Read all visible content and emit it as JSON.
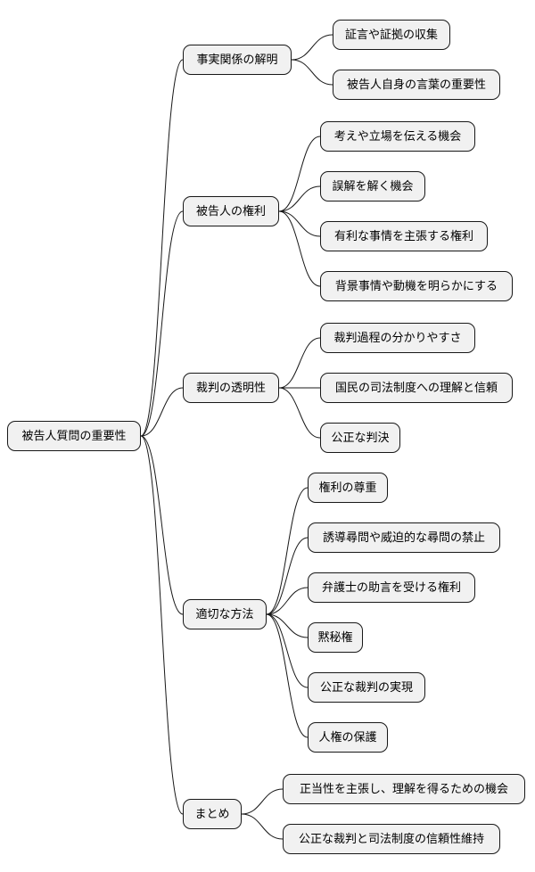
{
  "root": {
    "label": "被告人質問の重要性"
  },
  "branches": [
    {
      "label": "事実関係の解明",
      "children": [
        "証言や証拠の収集",
        "被告人自身の言葉の重要性"
      ]
    },
    {
      "label": "被告人の権利",
      "children": [
        "考えや立場を伝える機会",
        "誤解を解く機会",
        "有利な事情を主張する権利",
        "背景事情や動機を明らかにする"
      ]
    },
    {
      "label": "裁判の透明性",
      "children": [
        "裁判過程の分かりやすさ",
        "国民の司法制度への理解と信頼",
        "公正な判決"
      ]
    },
    {
      "label": "適切な方法",
      "children": [
        "権利の尊重",
        "誘導尋問や威迫的な尋問の禁止",
        "弁護士の助言を受ける権利",
        "黙秘権",
        "公正な裁判の実現",
        "人権の保護"
      ]
    },
    {
      "label": "まとめ",
      "children": [
        "正当性を主張し、理解を得るための機会",
        "公正な裁判と司法制度の信頼性維持"
      ]
    }
  ]
}
